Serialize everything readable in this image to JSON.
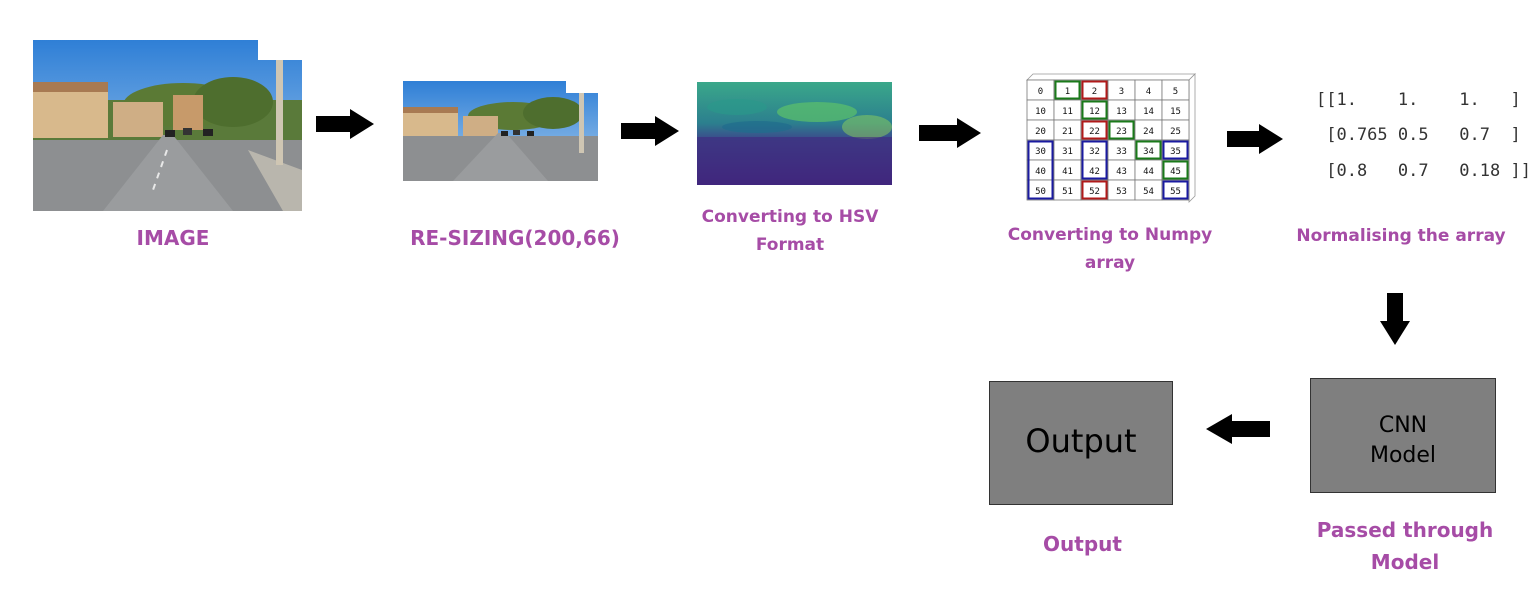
{
  "steps": {
    "image": "IMAGE",
    "resize": "RE-SIZING(200,66)",
    "hsv": "Converting to HSV Format",
    "numpy": "Converting to Numpy array",
    "normalise": "Normalising the array",
    "model": "Passed through Model",
    "output": "Output"
  },
  "boxes": {
    "cnn_line1": "CNN",
    "cnn_line2": "Model",
    "output": "Output"
  },
  "normalised_array": {
    "row1": "[[1.    1.    1.   ]",
    "row2": " [0.765 0.5   0.7  ]",
    "row3": " [0.8   0.7   0.18 ]]"
  },
  "numpy_grid": [
    [
      "0",
      "1",
      "2",
      "3",
      "4",
      "5"
    ],
    [
      "10",
      "11",
      "12",
      "13",
      "14",
      "15"
    ],
    [
      "20",
      "21",
      "22",
      "23",
      "24",
      "25"
    ],
    [
      "30",
      "31",
      "32",
      "33",
      "34",
      "35"
    ],
    [
      "40",
      "41",
      "42",
      "43",
      "44",
      "45"
    ],
    [
      "50",
      "51",
      "52",
      "53",
      "54",
      "55"
    ]
  ],
  "colors": {
    "label": "#a64ca6",
    "box_fill": "#7f7f7f",
    "arrow": "#000000",
    "grid_green": "#1a7a1a",
    "grid_red": "#b01a1a",
    "grid_blue": "#1a1aa0"
  }
}
